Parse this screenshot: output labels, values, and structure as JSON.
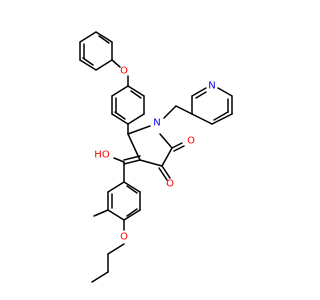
{
  "atom_labels": {
    "o_ether": "O",
    "n_ring": "N",
    "n_pyr": "N",
    "o_hydroxy": "HO",
    "o_ketone_1": "O",
    "o_ketone_2": "O",
    "o_propoxy": "O"
  },
  "colors": {
    "oxygen": "#ff0000",
    "nitrogen": "#0000ff",
    "carbon": "#000000",
    "background": "#ffffff"
  }
}
